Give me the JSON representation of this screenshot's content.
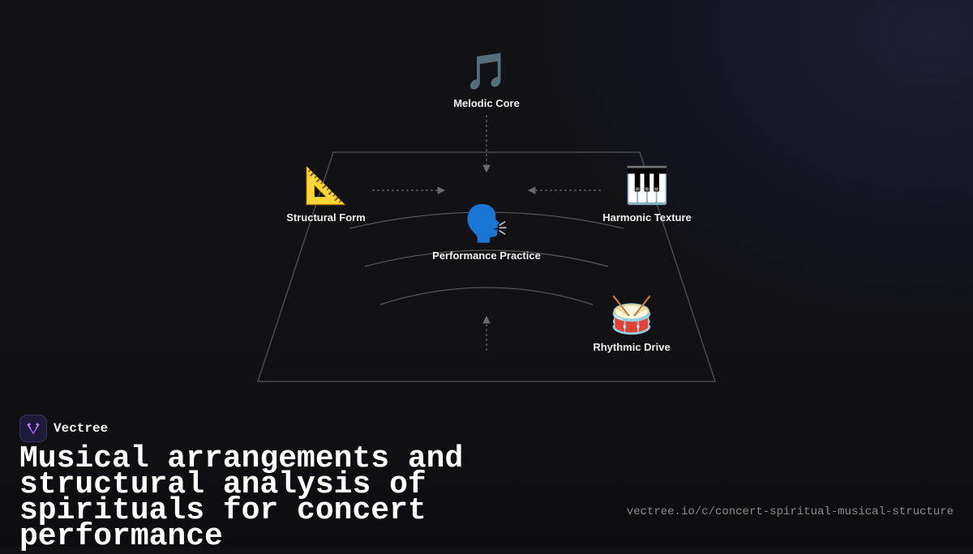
{
  "diagram": {
    "nodes": {
      "melodic": {
        "icon": "🎵",
        "icon_name": "musical-note-icon",
        "label": "Melodic Core"
      },
      "structural": {
        "icon": "📐",
        "icon_name": "triangular-ruler-icon",
        "label": "Structural Form"
      },
      "harmonic": {
        "icon": "🎹",
        "icon_name": "piano-keyboard-icon",
        "label": "Harmonic Texture"
      },
      "performance": {
        "icon": "🗣️",
        "icon_name": "speaking-head-icon",
        "label": "Performance Practice"
      },
      "rhythmic": {
        "icon": "🥁",
        "icon_name": "drum-icon",
        "label": "Rhythmic Drive"
      }
    },
    "line_color": "#555558",
    "arrow_color": "#6a6a6e"
  },
  "brand": {
    "name": "Vectree",
    "logo_icon": "vectree-logo-icon",
    "logo_color": "#9b5de5"
  },
  "headline": "Musical arrangements and structural analysis of spirituals for concert performance",
  "url": "vectree.io/c/concert-spiritual-musical-structure"
}
